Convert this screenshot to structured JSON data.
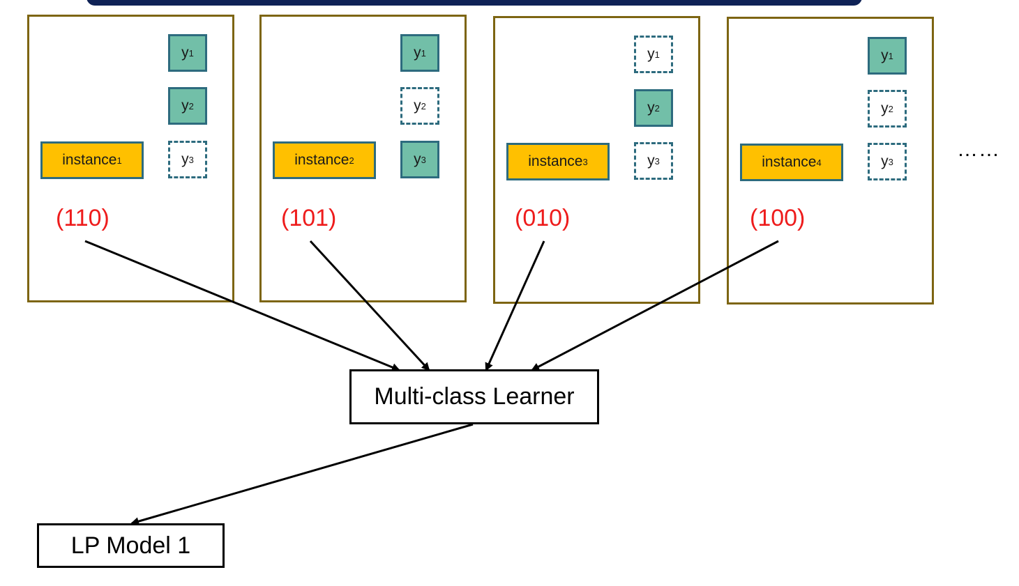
{
  "panels": [
    {
      "instance": "instance",
      "instance_index": "1",
      "code": "(110)",
      "labels": [
        {
          "text": "y",
          "index": "1",
          "state": "relevant"
        },
        {
          "text": "y",
          "index": "2",
          "state": "relevant"
        },
        {
          "text": "y",
          "index": "3",
          "state": "irrelevant"
        }
      ]
    },
    {
      "instance": "instance",
      "instance_index": "2",
      "code": "(101)",
      "labels": [
        {
          "text": "y",
          "index": "1",
          "state": "relevant"
        },
        {
          "text": "y",
          "index": "2",
          "state": "irrelevant"
        },
        {
          "text": "y",
          "index": "3",
          "state": "relevant"
        }
      ]
    },
    {
      "instance": "instance",
      "instance_index": "3",
      "code": "(010)",
      "labels": [
        {
          "text": "y",
          "index": "1",
          "state": "irrelevant"
        },
        {
          "text": "y",
          "index": "2",
          "state": "relevant"
        },
        {
          "text": "y",
          "index": "3",
          "state": "irrelevant"
        }
      ]
    },
    {
      "instance": "instance",
      "instance_index": "4",
      "code": "(100)",
      "labels": [
        {
          "text": "y",
          "index": "1",
          "state": "relevant"
        },
        {
          "text": "y",
          "index": "2",
          "state": "irrelevant"
        },
        {
          "text": "y",
          "index": "3",
          "state": "irrelevant"
        }
      ]
    }
  ],
  "ellipsis": "……",
  "learner": "Multi-class Learner",
  "model": "LP Model 1",
  "colors": {
    "panel_border": "#7d6512",
    "instance_fill": "#ffc000",
    "relevant_label_fill": "#72bfa8",
    "label_border": "#2d6b7e",
    "code_text": "#ee1c1c",
    "header_bar": "#0f2256"
  }
}
